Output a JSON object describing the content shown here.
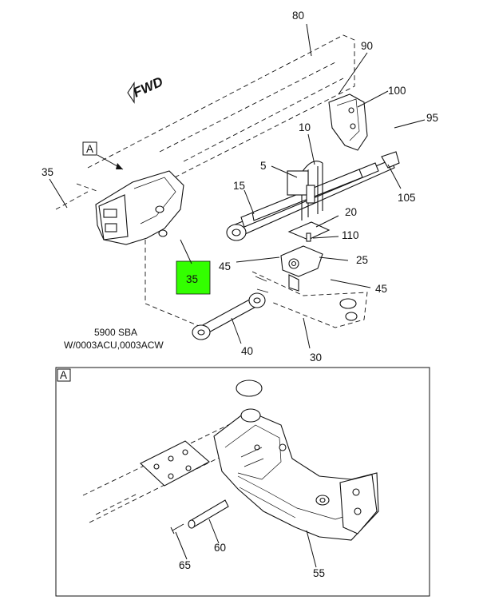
{
  "diagram": {
    "direction_label": "FWD",
    "detail_ref": "A",
    "detail_box_label": "A",
    "note_lines": [
      "5900 SBA",
      "W/0003ACU,0003ACW"
    ],
    "highlight_color": "#33ff00",
    "callouts": {
      "c80": "80",
      "c90": "90",
      "c100": "100",
      "c95": "95",
      "c10": "10",
      "c5": "5",
      "c15": "15",
      "c105": "105",
      "c20": "20",
      "c110": "110",
      "c25": "25",
      "c45a": "45",
      "c45b": "45",
      "c35a": "35",
      "c35b": "35",
      "c40": "40",
      "c30": "30",
      "c60": "60",
      "c65": "65",
      "c55": "55"
    }
  }
}
